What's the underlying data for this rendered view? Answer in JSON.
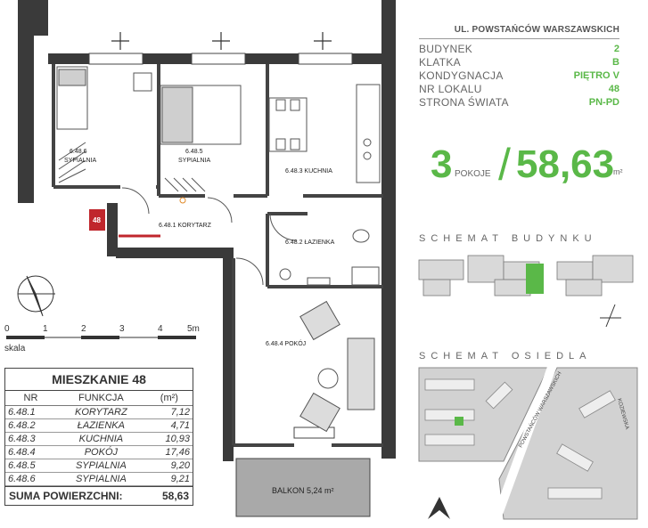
{
  "info": {
    "street": "UL. POWSTAŃCÓW WARSZAWSKICH",
    "rows": [
      {
        "key": "BUDYNEK",
        "value": "2"
      },
      {
        "key": "KLATKA",
        "value": "B"
      },
      {
        "key": "KONDYGNACJA",
        "value": "PIĘTRO V"
      },
      {
        "key": "NR LOKALU",
        "value": "48"
      },
      {
        "key": "STRONA ŚWIATA",
        "value": "PN-PD"
      }
    ]
  },
  "summary": {
    "rooms": "3",
    "rooms_label": "POKOJE",
    "area": "58,63",
    "area_unit": "m²"
  },
  "building_scheme": {
    "caption": "SCHEMAT BUDYNKU"
  },
  "estate_scheme": {
    "caption": "SCHEMAT OSIEDLA",
    "street_label": "POWSTAŃCÓW WARSZAWSKICH",
    "street2_label": "KOZIEWSKA"
  },
  "plan": {
    "unit_badge": "48",
    "rooms": [
      {
        "code": "6.48.6",
        "name": "SYPIALNIA"
      },
      {
        "code": "6.48.5",
        "name": "SYPIALNIA"
      },
      {
        "code": "6.48.3 KUCHNIA"
      },
      {
        "code": "6.48.1 KORYTARZ"
      },
      {
        "code": "6.48.2 ŁAZIENKA"
      },
      {
        "code": "6.48.4 POKÓJ"
      },
      {
        "code": "BALKON 5,24 m²"
      }
    ],
    "scale_ticks": [
      "0",
      "1",
      "2",
      "3",
      "4",
      "5m"
    ],
    "scale_label": "skala"
  },
  "table": {
    "title": "MIESZKANIE 48",
    "headers": [
      "NR",
      "FUNKCJA",
      "(m²)"
    ],
    "rows": [
      [
        "6.48.1",
        "KORYTARZ",
        "7,12"
      ],
      [
        "6.48.2",
        "ŁAZIENKA",
        "4,71"
      ],
      [
        "6.48.3",
        "KUCHNIA",
        "10,93"
      ],
      [
        "6.48.4",
        "POKÓJ",
        "17,46"
      ],
      [
        "6.48.5",
        "SYPIALNIA",
        "9,20"
      ],
      [
        "6.48.6",
        "SYPIALNIA",
        "9,21"
      ]
    ],
    "sum_label": "SUMA POWIERZCHNI:",
    "sum_value": "58,63"
  },
  "colors": {
    "accent": "#5ab848",
    "wall": "#3a3a3a",
    "badge": "#c0262c"
  }
}
